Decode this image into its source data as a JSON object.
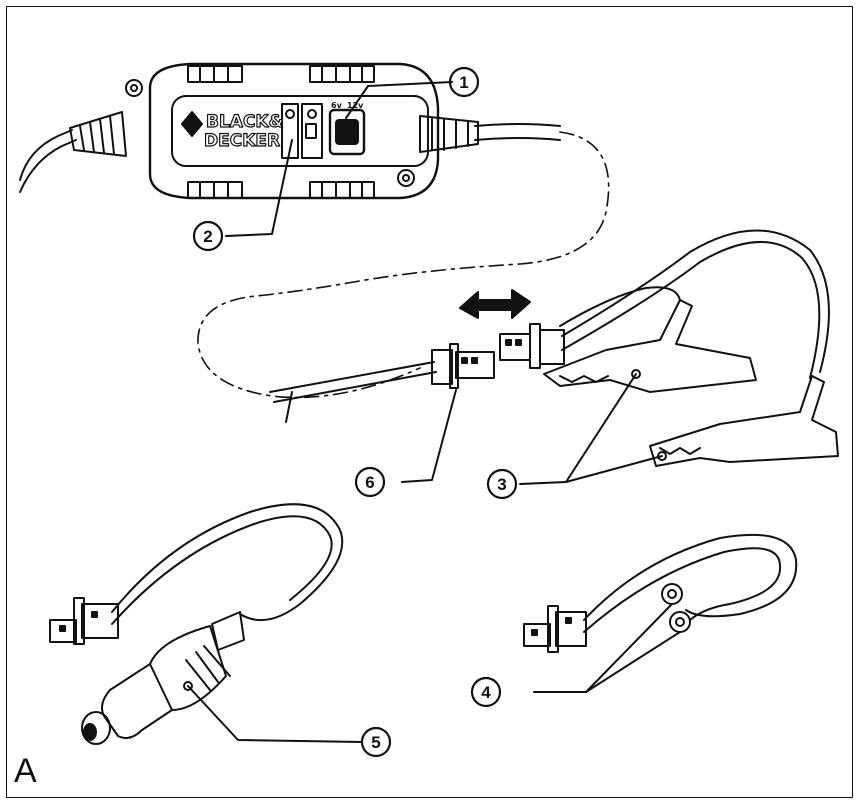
{
  "figure": {
    "letter": "A",
    "brand_line1": "BLACK&",
    "brand_line2": "DECKER",
    "switch_label_left": "6v",
    "switch_label_right": "12v"
  },
  "callouts": [
    "1",
    "2",
    "3",
    "4",
    "5",
    "6"
  ],
  "colors": {
    "ink": "#111111",
    "paper": "#ffffff"
  }
}
